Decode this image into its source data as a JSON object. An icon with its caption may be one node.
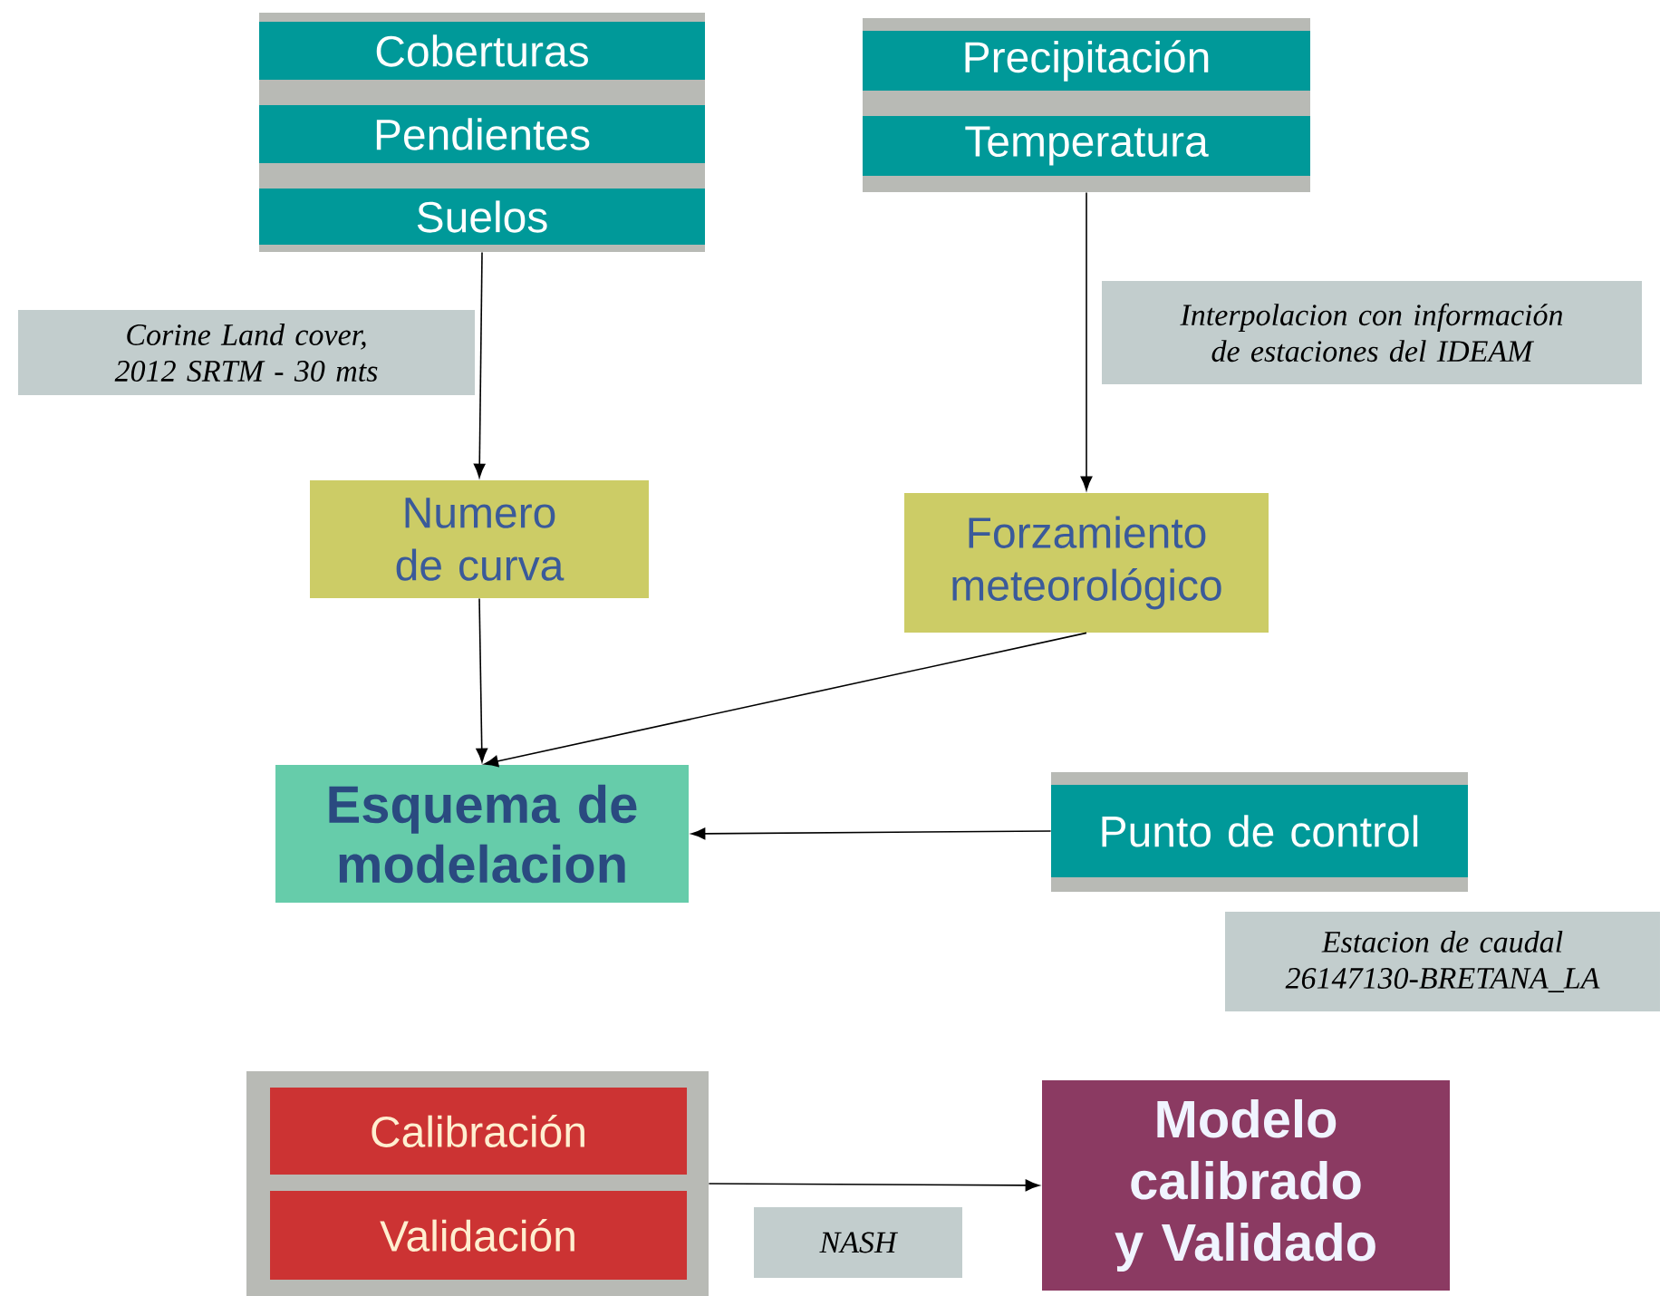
{
  "diagram": {
    "nodes": [
      {
        "text": [],
        "shape": "box"
      },
      {
        "text": [
          "Coberturas"
        ],
        "in": 0
      },
      {
        "text": [
          "Pendientes"
        ],
        "in": 0
      },
      {
        "text": [
          "Suelos"
        ],
        "in": 0
      },
      {
        "text": [],
        "shape": "box"
      },
      {
        "text": [
          "Precipitación"
        ],
        "in": 4
      },
      {
        "text": [
          "Temperatura"
        ],
        "in": 4
      },
      {
        "text": [
          "Corine Land cover, 2012 SRTM - 30 mts"
        ]
      },
      {
        "text": [
          "Numero de curva"
        ]
      },
      {
        "text": [
          "Interpolacion con información de estaciones del IDEAM"
        ]
      },
      {
        "text": [
          "Forzamiento meteorológico"
        ]
      },
      {
        "text": [
          "Esquema de modelacion"
        ]
      },
      {
        "text": [
          "Punto de control"
        ]
      },
      {
        "text": [
          "Estacion de caudal 26147130-BRETANA_LA"
        ]
      },
      {
        "text": [],
        "shape": "box"
      },
      {
        "text": [
          "Calibración"
        ],
        "in": 14
      },
      {
        "text": [
          "Validación"
        ],
        "in": 14
      },
      {
        "text": [
          "NASH"
        ]
      },
      {
        "text": [
          "Modelo calibrado y Validado"
        ]
      }
    ],
    "edges": [
      {
        "from": 0,
        "to": 8,
        "arrow": "to"
      },
      {
        "from": 4,
        "to": 10,
        "arrow": "to"
      },
      {
        "from": 8,
        "to": 11,
        "arrow": "to"
      },
      {
        "from": 10,
        "to": 11,
        "arrow": "to"
      },
      {
        "from": 12,
        "to": 11,
        "arrow": "to"
      },
      {
        "from": 14,
        "to": 18,
        "arrow": "to"
      }
    ]
  }
}
